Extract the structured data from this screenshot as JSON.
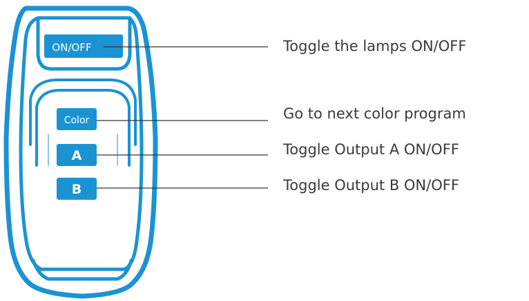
{
  "colors": {
    "outline": "#1b93d3",
    "button": "#1b93d3",
    "line": "#333333",
    "text": "#3a3a3a"
  },
  "remote": {
    "buttons": {
      "power": "ON/OFF",
      "color": "Color",
      "a": "A",
      "b": "B"
    }
  },
  "callouts": {
    "power": "Toggle the lamps ON/OFF",
    "color": "Go to next color program",
    "a": "Toggle Output A ON/OFF",
    "b": "Toggle Output B ON/OFF"
  }
}
